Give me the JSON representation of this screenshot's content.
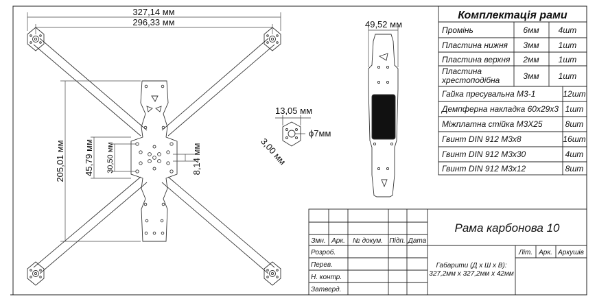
{
  "drawing": {
    "dims": {
      "overall_width": "327,14 мм",
      "motor_span": "296,33 мм",
      "length": "205,01 мм",
      "plate_a": "45,79 мм",
      "plate_b": "30,50 мм",
      "plate_c": "8,14 мм",
      "plate_width": "49,52 мм",
      "mount_size": "13,05 мм",
      "mount_hole": "ϕ7мм",
      "mount_offset": "3,00 мм"
    }
  },
  "kit": {
    "title": "Комплектація рами",
    "rows4": [
      {
        "name": "Промінь",
        "size": "6мм",
        "qty": "4шт"
      },
      {
        "name": "Пластина нижня",
        "size": "3мм",
        "qty": "1шт"
      },
      {
        "name": "Пластина верхня",
        "size": "2мм",
        "qty": "1шт"
      },
      {
        "name1": "Пластина",
        "name2": "хрестоподібна",
        "size": "3мм",
        "qty": "1шт"
      }
    ],
    "rows2": [
      {
        "name": "Гайка пресувальна М3-1",
        "qty": "12шт"
      },
      {
        "name": "Демпферна накладка 60х29х3",
        "qty": "1шт"
      },
      {
        "name": "Міжплатна стійка М3Х25",
        "qty": "8шт"
      },
      {
        "name": "Гвинт DIN 912 M3x8",
        "qty": "16шт"
      },
      {
        "name": "Гвинт DIN 912 M3x30",
        "qty": "4шт"
      },
      {
        "name": "Гвинт DIN 912 M3x12",
        "qty": "8шт"
      }
    ]
  },
  "titleblock": {
    "name": "Рама карбонова 10",
    "cols": [
      "Змн.",
      "Арк.",
      "№ докум.",
      "Підп.",
      "Дата"
    ],
    "roles": [
      "Розроб.",
      "Перев.",
      "Н. контр.",
      "Затверд."
    ],
    "lit": "Літ.",
    "ark": "Арк.",
    "arkushiv": "Аркушів",
    "gab1": "Габарити (Д х Ш х В):",
    "gab2": "327,2мм х 327,2мм х 42мм"
  }
}
